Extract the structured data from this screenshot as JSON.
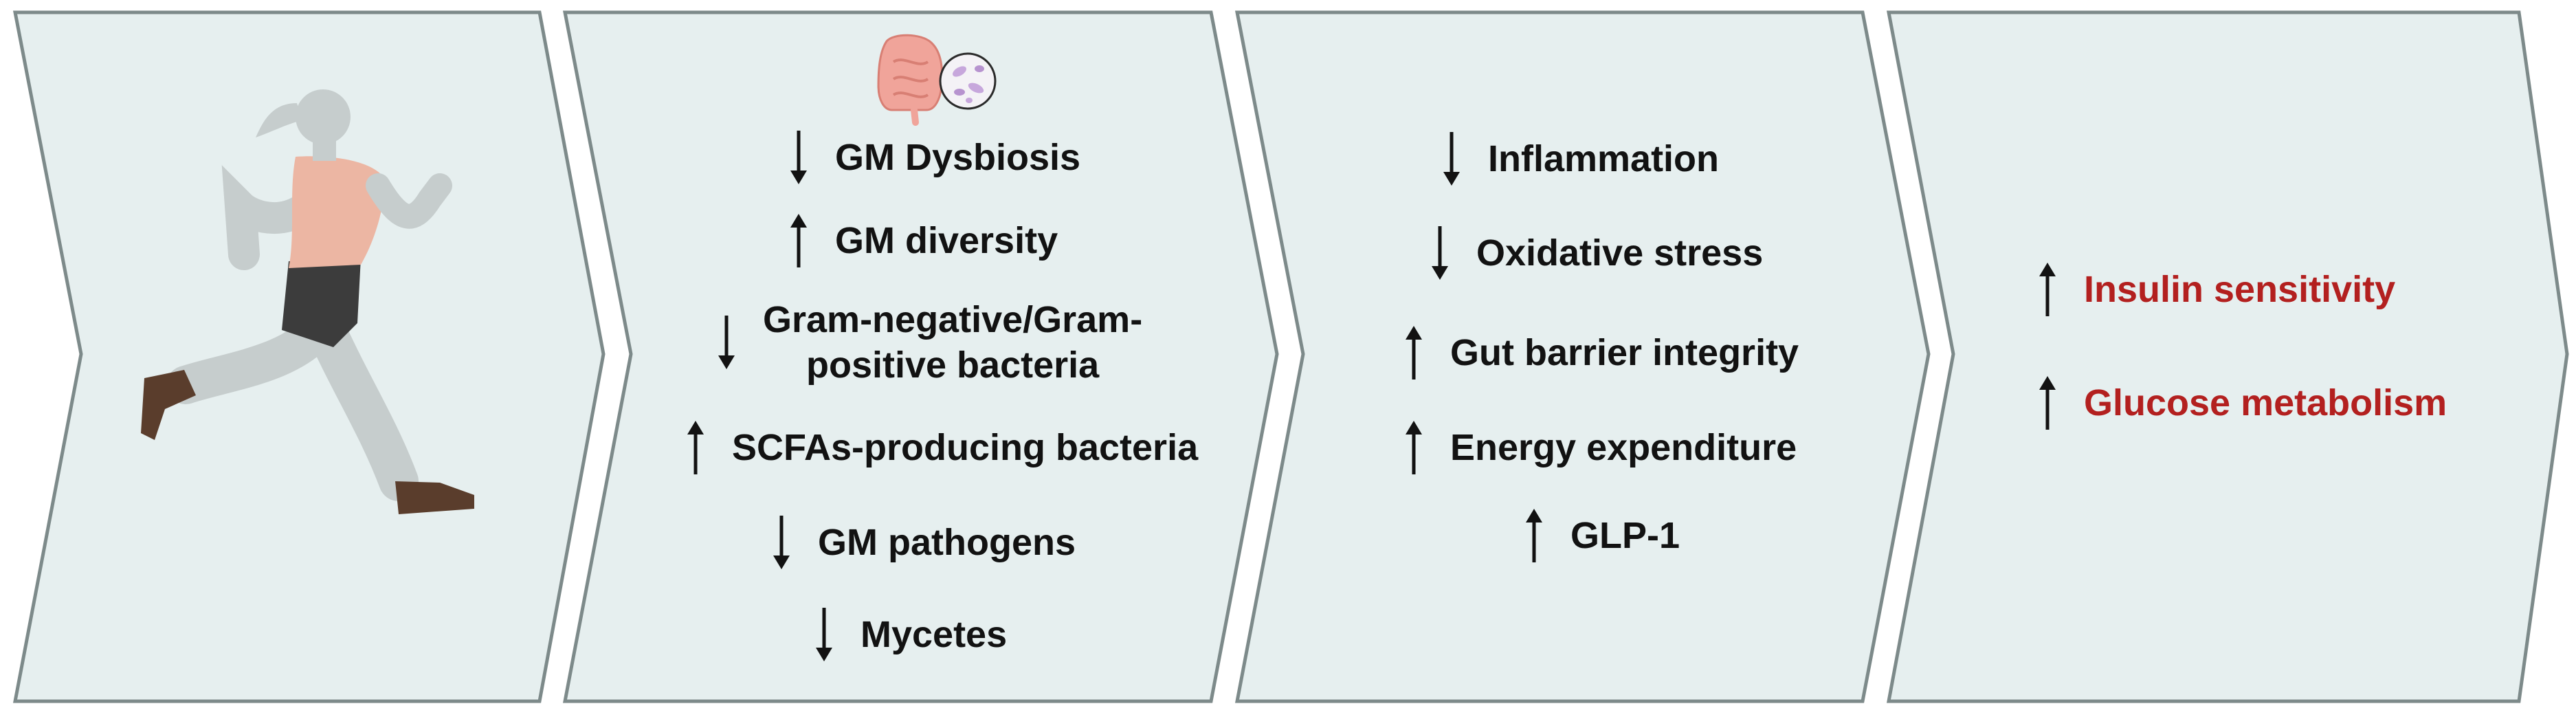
{
  "colors": {
    "panel_fill": "#e6efef",
    "panel_stroke": "#7d8a8a",
    "text": "#121212",
    "highlight": "#b3201f",
    "skin": "#ecb6a3",
    "shorts": "#3c3c3c",
    "shoes": "#5a3d2c",
    "grey_limb": "#c6cdcd"
  },
  "panel2": {
    "icons": [
      "intestine-icon",
      "microbe-icon"
    ],
    "items": [
      {
        "dir": "down",
        "text": "GM Dysbiosis"
      },
      {
        "dir": "up",
        "text": "GM diversity"
      },
      {
        "dir": "down",
        "line1": "Gram-negative/Gram-",
        "line2": "positive bacteria"
      },
      {
        "dir": "up",
        "text": "SCFAs-producing bacteria"
      },
      {
        "dir": "down",
        "text": "GM pathogens"
      },
      {
        "dir": "down",
        "text": "Mycetes"
      }
    ]
  },
  "panel3": {
    "items": [
      {
        "dir": "down",
        "text": "Inflammation"
      },
      {
        "dir": "down",
        "text": "Oxidative stress"
      },
      {
        "dir": "up",
        "text": "Gut barrier integrity"
      },
      {
        "dir": "up",
        "text": "Energy expenditure"
      },
      {
        "dir": "up",
        "text": "GLP-1"
      }
    ]
  },
  "panel4": {
    "items": [
      {
        "dir": "up",
        "text": "Insulin sensitivity"
      },
      {
        "dir": "up",
        "text": "Glucose metabolism"
      }
    ]
  }
}
